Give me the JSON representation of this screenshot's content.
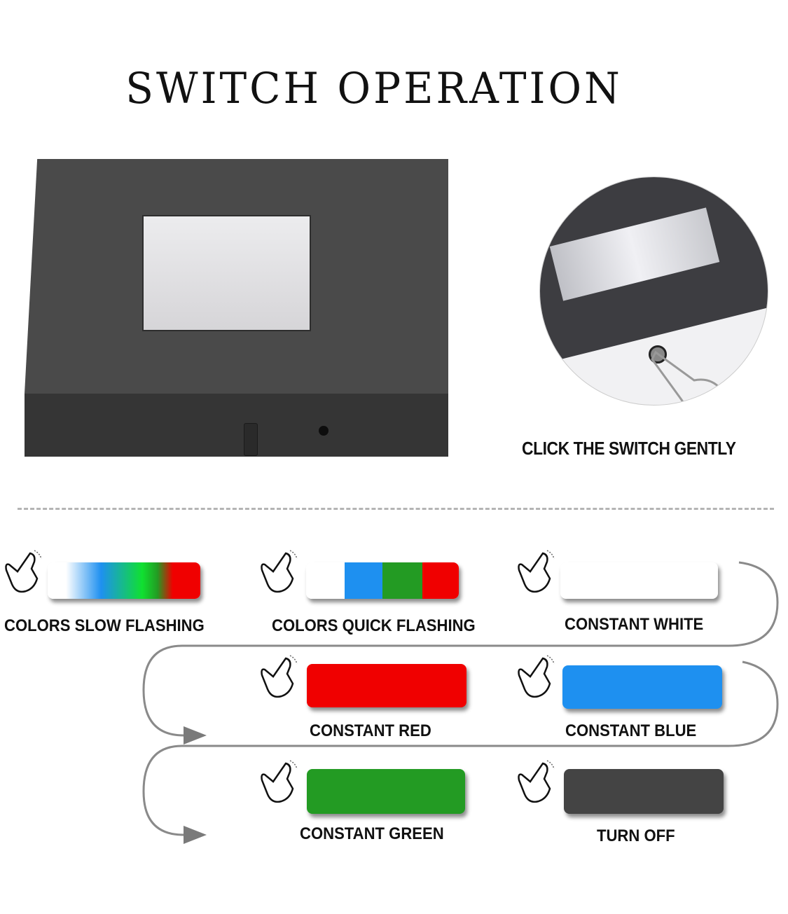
{
  "title": "SWITCH OPERATION",
  "product": {
    "left_image": "square-led-light-base-black",
    "right_image": "closeup-switch-press",
    "caption": "CLICK THE SWITCH GENTLY"
  },
  "colors": {
    "white": "#ffffff",
    "blue": "#1e90f0",
    "green": "#239b23",
    "red": "#f00000",
    "off": "#444444",
    "base_top": "#4a4a4a",
    "base_front": "#353535",
    "flow_line": "#8a8a8a"
  },
  "modes": [
    {
      "label": "COLORS SLOW FLASHING",
      "icon": "finger-tap-icon",
      "swatch": "gradient",
      "colors": [
        "#ffffff",
        "#1e90f0",
        "#10e030",
        "#f00000"
      ]
    },
    {
      "label": "COLORS QUICK FLASHING",
      "icon": "finger-tap-icon",
      "swatch": "segments",
      "colors": [
        "#ffffff",
        "#1e90f0",
        "#239b23",
        "#f00000"
      ]
    },
    {
      "label": "CONSTANT WHITE",
      "icon": "finger-tap-icon",
      "swatch": "solid",
      "colors": [
        "#ffffff"
      ]
    },
    {
      "label": "CONSTANT RED",
      "icon": "finger-tap-icon",
      "swatch": "solid",
      "colors": [
        "#f00000"
      ]
    },
    {
      "label": "CONSTANT BLUE",
      "icon": "finger-tap-icon",
      "swatch": "solid",
      "colors": [
        "#1e90f0"
      ]
    },
    {
      "label": "CONSTANT GREEN",
      "icon": "finger-tap-icon",
      "swatch": "solid",
      "colors": [
        "#239b23"
      ]
    },
    {
      "label": "TURN OFF",
      "icon": "finger-tap-icon",
      "swatch": "solid",
      "colors": [
        "#444444"
      ]
    }
  ]
}
